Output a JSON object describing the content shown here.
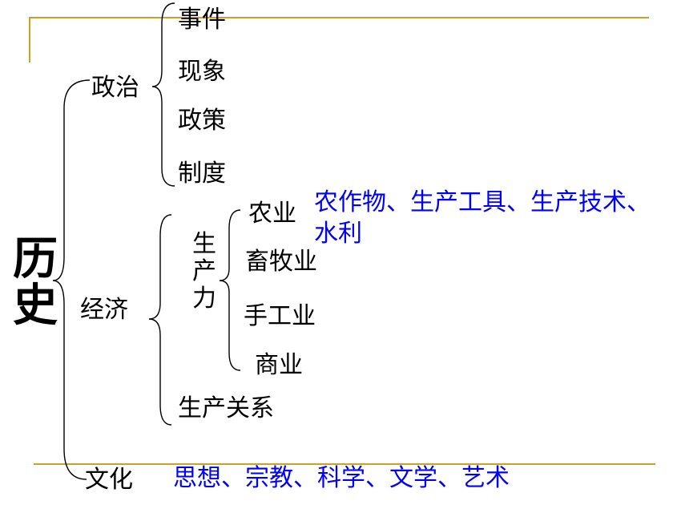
{
  "root": {
    "line1": "历",
    "line2": "史"
  },
  "politics": {
    "label": "政治",
    "items": [
      "事件",
      "现象",
      "政策",
      "制度"
    ]
  },
  "economy": {
    "label": "经济",
    "productive_forces": {
      "label_chars": [
        "生",
        "产",
        "力"
      ],
      "items": [
        "农业",
        "畜牧业",
        "手工业",
        "商业"
      ],
      "agriculture_note_line1": "农作物、生产工具、生产技术、",
      "agriculture_note_line2": "水利"
    },
    "relations": "生产关系"
  },
  "culture": {
    "label": "文化",
    "note": "思想、宗教、科学、文学、艺术"
  },
  "colors": {
    "accent": "#c9a227",
    "note": "#0000ff",
    "text": "#000000"
  }
}
